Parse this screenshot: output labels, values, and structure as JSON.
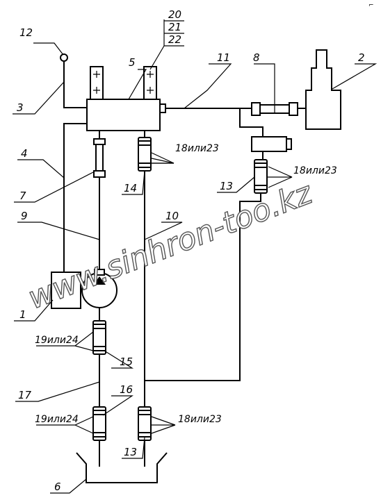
{
  "labels": {
    "l1": "1",
    "l2": "2",
    "l3": "3",
    "l4": "4",
    "l5": "5",
    "l6": "6",
    "l7": "7",
    "l8": "8",
    "l9": "9",
    "l10": "10",
    "l11": "11",
    "l12": "12",
    "l13a": "13",
    "l13b": "13",
    "l14": "14",
    "l15": "15",
    "l16": "16",
    "l17": "17",
    "l20": "20",
    "l21": "21",
    "l22": "22"
  },
  "notes": {
    "n18a": "18или23",
    "n18b": "18или23",
    "n18c": "18или23",
    "n19a": "19или24",
    "n19b": "19или24"
  },
  "watermark": "www.sinhron-too.kz",
  "corner_mark": "⌐"
}
